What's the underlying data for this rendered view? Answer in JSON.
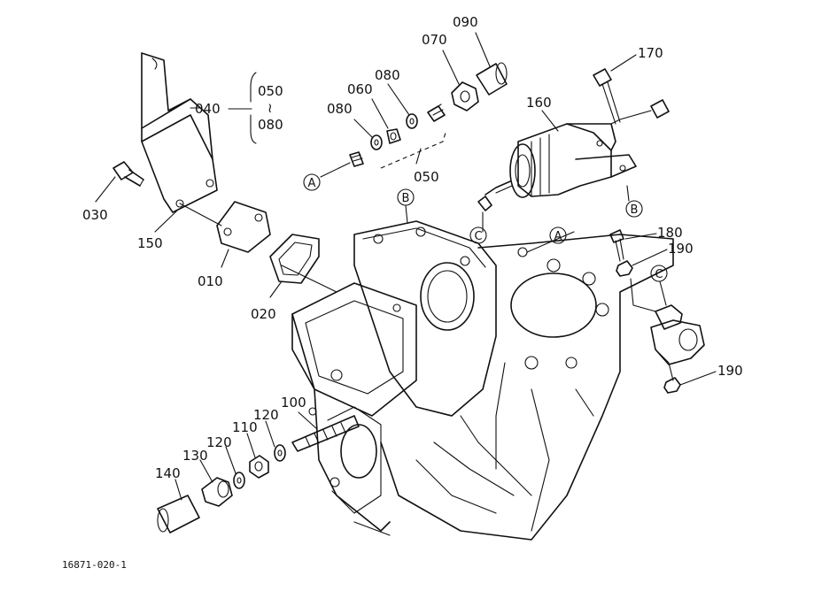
{
  "parts": [
    {
      "key": "p010",
      "label": "010"
    },
    {
      "key": "p020",
      "label": "020"
    },
    {
      "key": "p030",
      "label": "030"
    },
    {
      "key": "p040",
      "label": "040"
    },
    {
      "key": "p050",
      "label": "050"
    },
    {
      "key": "p060",
      "label": "060"
    },
    {
      "key": "p070",
      "label": "070"
    },
    {
      "key": "p080a",
      "label": "080"
    },
    {
      "key": "p080b",
      "label": "080"
    },
    {
      "key": "p090",
      "label": "090"
    },
    {
      "key": "p100",
      "label": "100"
    },
    {
      "key": "p110",
      "label": "110"
    },
    {
      "key": "p120a",
      "label": "120"
    },
    {
      "key": "p120b",
      "label": "120"
    },
    {
      "key": "p130",
      "label": "130"
    },
    {
      "key": "p140",
      "label": "140"
    },
    {
      "key": "p150",
      "label": "150"
    },
    {
      "key": "p160",
      "label": "160"
    },
    {
      "key": "p170",
      "label": "170"
    },
    {
      "key": "p180",
      "label": "180"
    },
    {
      "key": "p190a",
      "label": "190"
    },
    {
      "key": "p190b",
      "label": "190"
    }
  ],
  "bracket": {
    "top": "050",
    "symbol": "≀",
    "bottom": "080"
  },
  "references": [
    {
      "key": "refA1",
      "letter": "A"
    },
    {
      "key": "refA2",
      "letter": "A"
    },
    {
      "key": "refB1",
      "letter": "B"
    },
    {
      "key": "refB2",
      "letter": "B"
    },
    {
      "key": "refC1",
      "letter": "C"
    },
    {
      "key": "refC2",
      "letter": "C"
    }
  ],
  "drawing_code": "16871-020-1"
}
